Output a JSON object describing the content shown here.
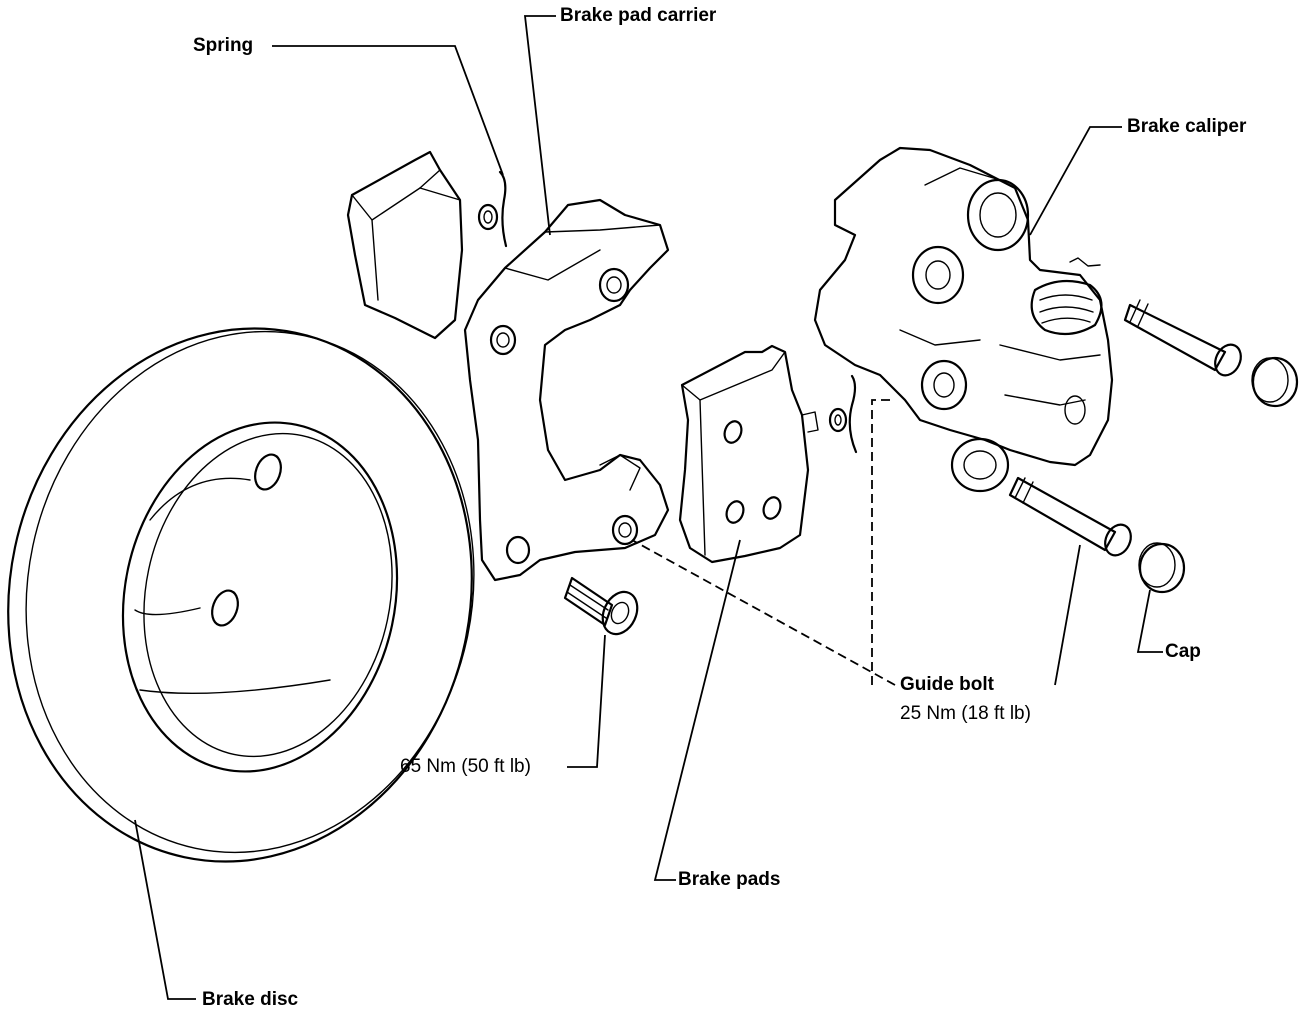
{
  "labels": {
    "spring": "Spring",
    "brake_pad_carrier": "Brake pad carrier",
    "brake_caliper": "Brake caliper",
    "cap": "Cap",
    "guide_bolt": "Guide bolt",
    "guide_bolt_torque": "25 Nm (18 ft lb)",
    "carrier_bolt_torque": "65 Nm (50 ft lb)",
    "brake_pads": "Brake pads",
    "brake_disc": "Brake disc"
  }
}
